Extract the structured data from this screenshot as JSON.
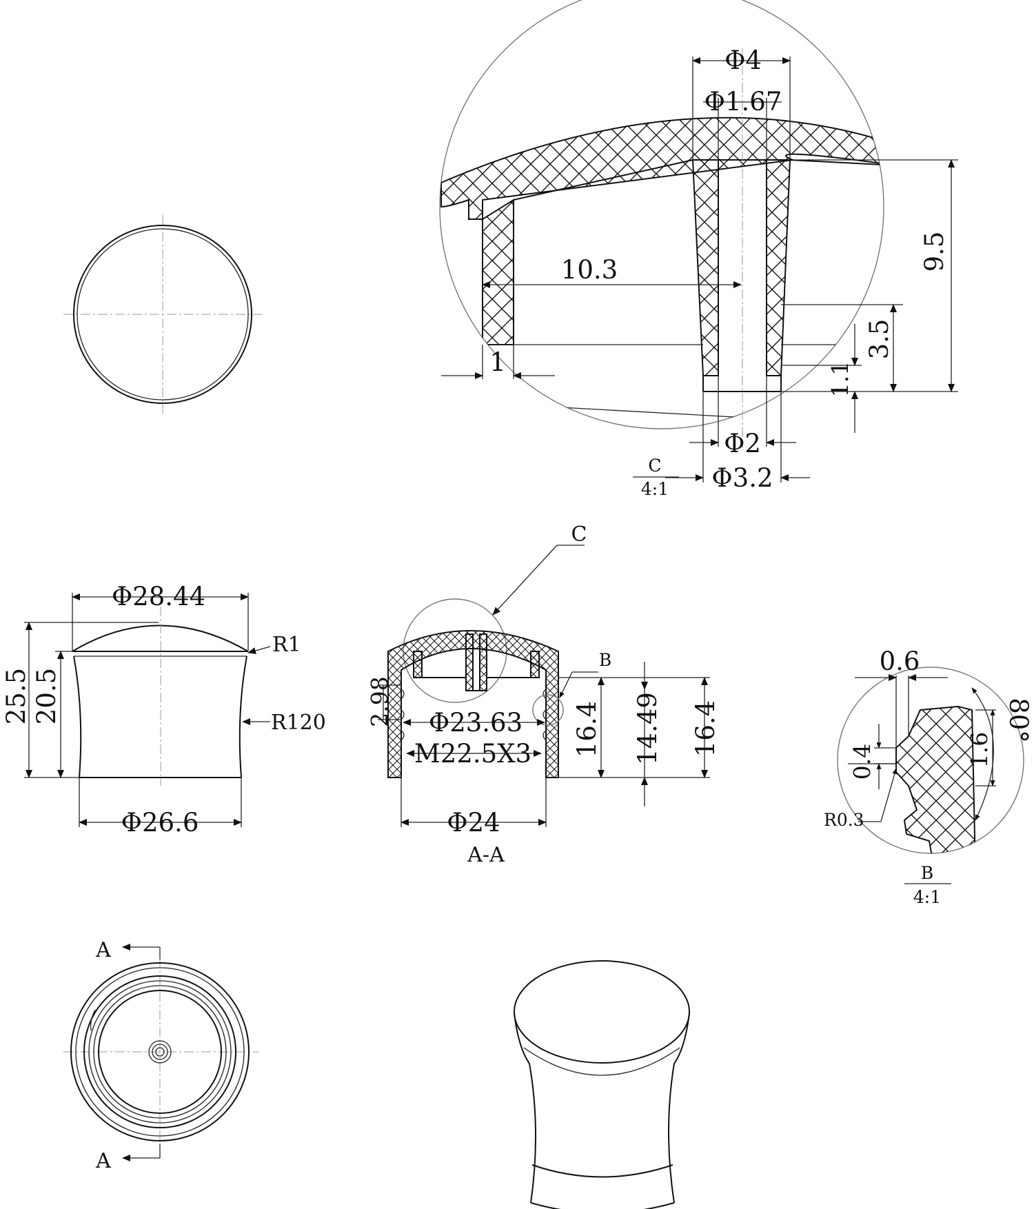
{
  "views": {
    "top": {},
    "front": {
      "dims": {
        "top_dia": "Φ28.44",
        "bottom_dia": "Φ26.6",
        "height_total": "25.5",
        "height_body": "20.5",
        "radius_top": "R1",
        "radius_side": "R120"
      }
    },
    "section": {
      "title": "A-A",
      "detail_c_label": "C",
      "detail_b_label": "B",
      "dims": {
        "thread_pitch_dim": "2.98",
        "inner_dia": "Φ23.63",
        "thread": "M22.5X3",
        "bottom_dia": "Φ24",
        "depth_1": "16.4",
        "depth_2": "14.49",
        "depth_3": "16.4"
      }
    },
    "detail_c": {
      "label": "C",
      "scale": "4:1",
      "dims": {
        "dia_outer": "Φ4",
        "dia_hole": "Φ1.67",
        "dia_pin": "Φ2",
        "dia_base": "Φ3.2",
        "width": "10.3",
        "wall": "1",
        "height": "9.5",
        "pin_len": "3.5",
        "step": "1.1"
      }
    },
    "detail_b": {
      "label": "B",
      "scale": "4:1",
      "dims": {
        "width": "0.6",
        "height_a": "0.4",
        "height_b": "1.6",
        "angle": "80°",
        "radius": "R0.3"
      }
    },
    "bottom": {
      "section_mark_top": "A",
      "section_mark_bottom": "A"
    },
    "iso": {}
  }
}
